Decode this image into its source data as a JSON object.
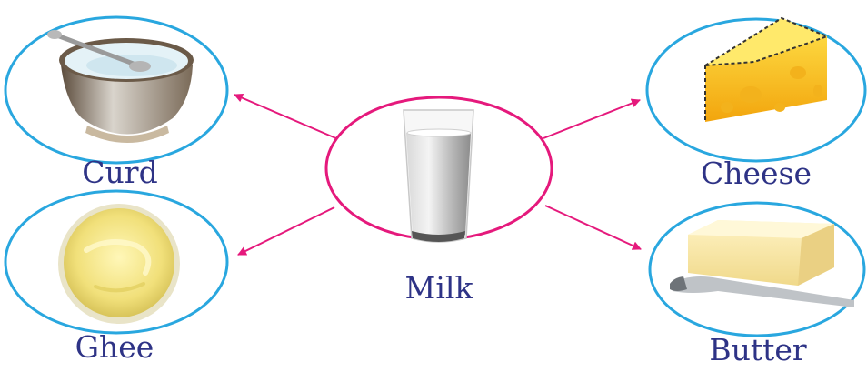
{
  "center": {
    "label": "Milk",
    "image": "milk-glass"
  },
  "products": {
    "curd": {
      "label": "Curd",
      "image": "curd-bowl"
    },
    "cheese": {
      "label": "Cheese",
      "image": "cheese-wedge"
    },
    "ghee": {
      "label": "Ghee",
      "image": "ghee-plate"
    },
    "butter": {
      "label": "Butter",
      "image": "butter-block"
    }
  },
  "colors": {
    "center_ring": "#e5197c",
    "arrow": "#e5197c",
    "product_ring": "#29a7df",
    "label_text": "#2e3386"
  }
}
